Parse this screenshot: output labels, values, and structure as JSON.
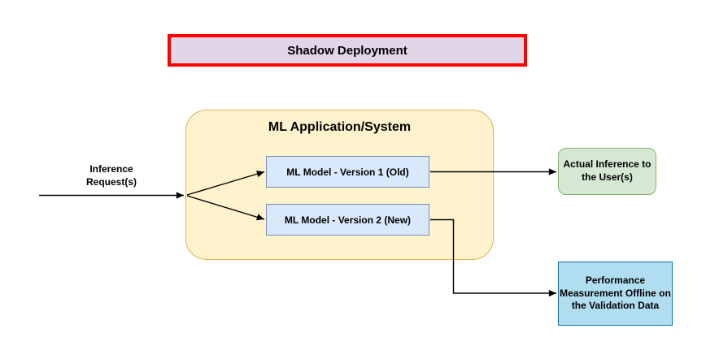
{
  "diagram": {
    "title": "Shadow Deployment",
    "container": {
      "title": "ML Application/System"
    },
    "nodes": {
      "inference_request_label": "Inference\nRequest(s)",
      "model_v1": "ML Model - Version 1 (Old)",
      "model_v2": "ML Model - Version 2 (New)",
      "actual_inference": "Actual Inference to\nthe User(s)",
      "performance_measurement": "Performance\nMeasurement Offline on\nthe Validation Data"
    },
    "edges": [
      {
        "from": "inference-request",
        "to": "ml-application-system"
      },
      {
        "from": "ml-application-system-entry",
        "to": "model_v1"
      },
      {
        "from": "ml-application-system-entry",
        "to": "model_v2"
      },
      {
        "from": "model_v1",
        "to": "actual_inference"
      },
      {
        "from": "model_v2",
        "to": "performance_measurement"
      }
    ],
    "colors": {
      "title_fill": "#E1D5E7",
      "title_border": "#FF0000",
      "container_fill": "#FFF2CC",
      "container_border": "#D6B656",
      "model_fill": "#DAE8FC",
      "model_border": "#6C8EBF",
      "actual_inference_fill": "#D5E8D4",
      "actual_inference_border": "#82B366",
      "performance_fill": "#B1DDF0",
      "performance_border": "#10739E",
      "arrow": "#000000",
      "text": "#000000",
      "background": "#FFFFFF"
    }
  }
}
